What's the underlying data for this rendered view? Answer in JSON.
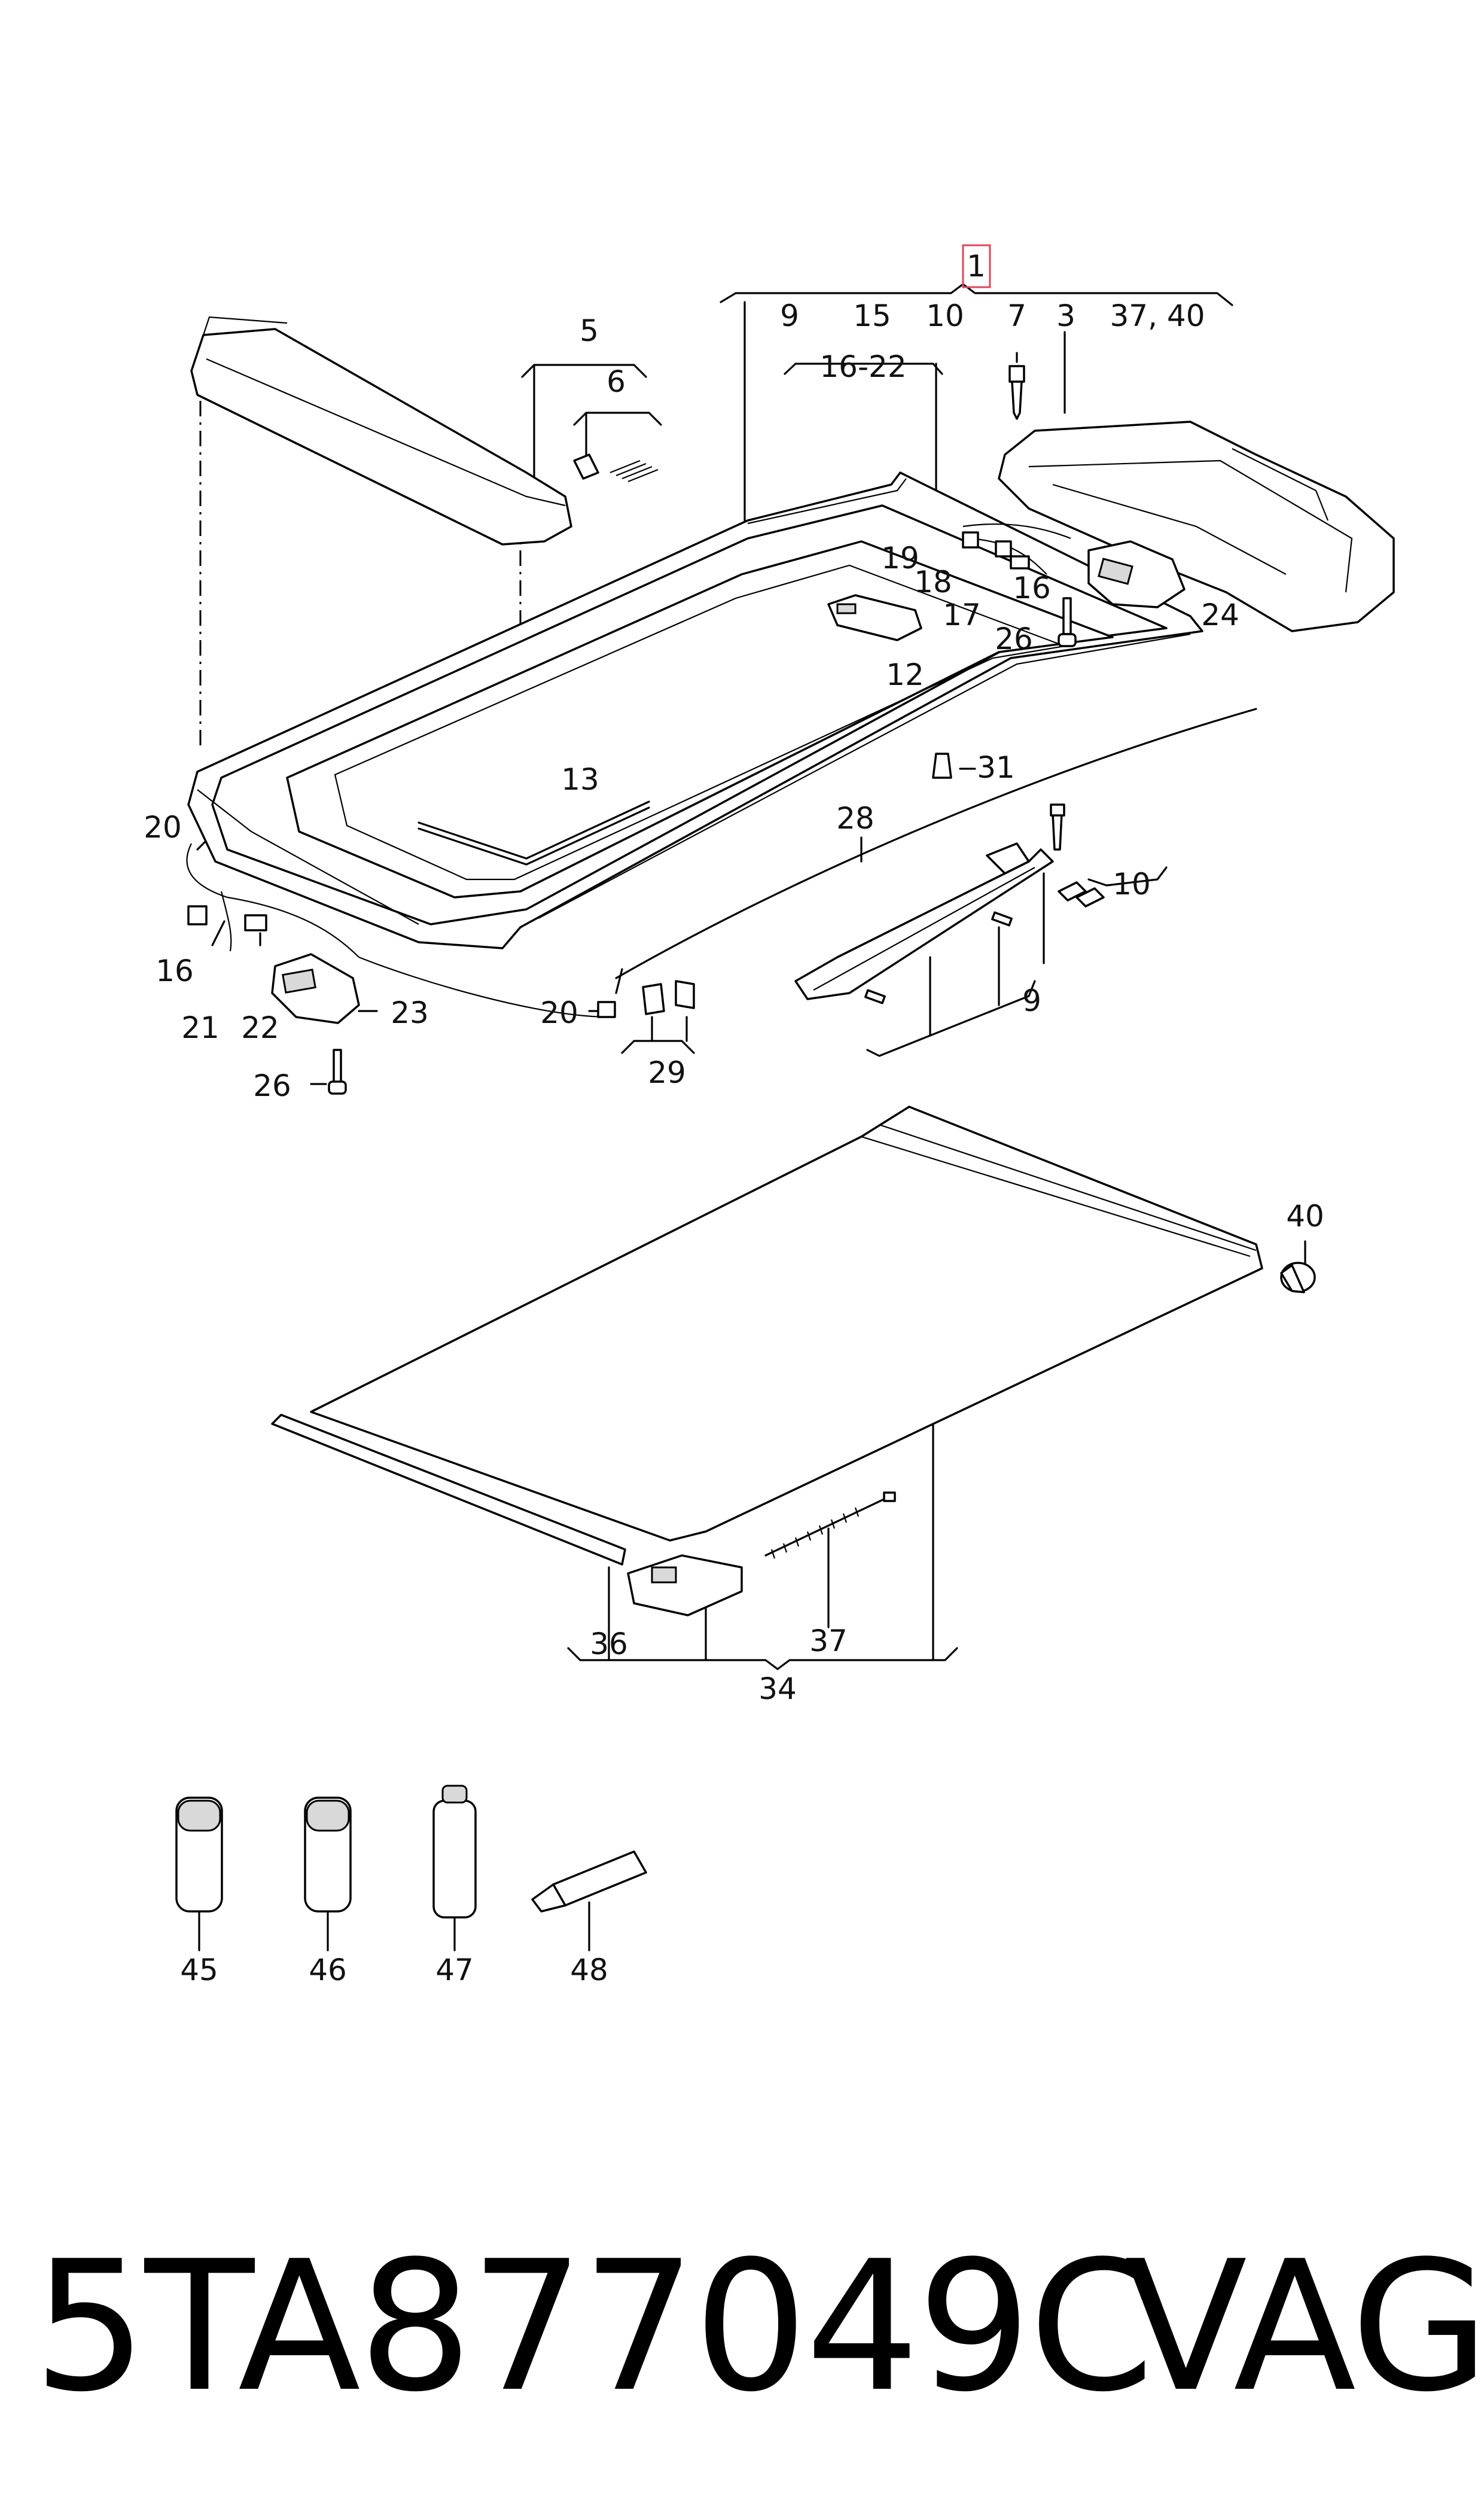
{
  "diagram": {
    "highlight_color": "#e0455a",
    "callouts": {
      "c1": "1",
      "c9_top": "9",
      "c15": "15",
      "c10_top": "10",
      "c7": "7",
      "c3": "3",
      "c37_40": "37, 40",
      "c16_22": "16-22",
      "c5": "5",
      "c6": "6",
      "c19": "19",
      "c18": "18",
      "c17": "17",
      "c16_top": "16",
      "c24": "24",
      "c26_top": "26",
      "c12": "12",
      "c13": "13",
      "c31": "31",
      "c28": "28",
      "c10_right": "10",
      "c9_bottom": "9",
      "c20_left": "20",
      "c16_left": "16",
      "c21": "21",
      "c22": "22",
      "c23": "23",
      "c26_left": "26",
      "c20_cable": "20",
      "c29": "29",
      "c40": "40",
      "c36": "36",
      "c37": "37",
      "c34": "34",
      "c45": "45",
      "c46": "46",
      "c47": "47",
      "c48": "48"
    }
  },
  "footer": {
    "part_number": "5TA877049C",
    "brand": "VAG"
  }
}
